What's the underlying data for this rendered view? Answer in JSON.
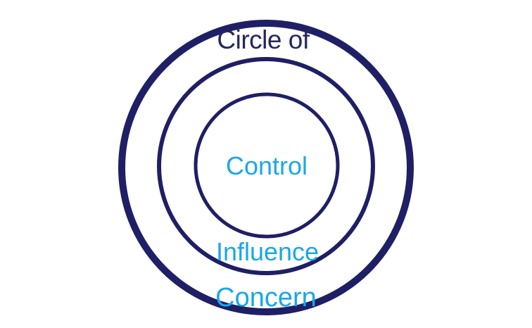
{
  "diagram": {
    "heading": "Circle of",
    "circles": [
      {
        "id": "concern",
        "label": "Concern"
      },
      {
        "id": "influence",
        "label": "Influence"
      },
      {
        "id": "control",
        "label": "Control"
      }
    ]
  },
  "colors": {
    "ring_stroke": "#1f1f66",
    "heading_text": "#26265e",
    "label_text": "#1aa7e8",
    "background": "#ffffff"
  }
}
